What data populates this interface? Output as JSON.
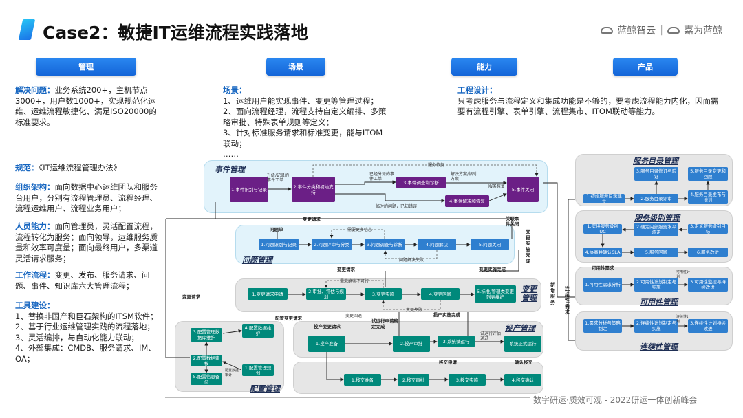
{
  "title": "Case2：敏捷IT运维流程实践落地",
  "brand": {
    "left": "蓝鲸智云",
    "sep": "|",
    "right": "嘉为蓝鲸"
  },
  "columns": {
    "mgmt": "管理",
    "scene": "场景",
    "ability": "能力",
    "product": "产品"
  },
  "mgmt": {
    "problem_label": "解决问题：",
    "problem_text": "业务系统200+，主机节点3000+，用户数1000+，实现规范化运维、运维流程敏捷化、满足ISO20000的标准要求。",
    "spec_label": "规范：",
    "spec_text": "《IT运维流程管理办法》",
    "org_label": "组织架构：",
    "org_text": "面向数据中心运维团队和服务台用户，分别有流程管理员、流程经理、流程运维用户、流程业务用户；",
    "ability_label": "人员能力：",
    "ability_text": "面向管理员，灵活配置流程，流程转化为服务；面向领导，运维服务质量和效率可度量；面向最终用户，多渠道灵活请求服务；",
    "flow_label": "工作流程：",
    "flow_text": "变更、发布、服务请求、问题、事件、知识库六大管理流程；",
    "tool_label": "工具建设：",
    "tool_items": [
      "1、替换非国产和巨石架构的ITSM软件；",
      "2、基于行业运维管理实践的流程落地；",
      "3、灵活编排，与自动化能力联动；",
      "4、外部集成：CMDB、服务请求、IM、OA；"
    ]
  },
  "scene": {
    "label": "场景：",
    "items": [
      "1、运维用户能实现事件、变更等管理过程；",
      "2、面向流程经理，流程支持自定义编排、多策略审批、特殊表单规则等定义；",
      "3、针对标准服务请求和标准变更，能与ITOM联动；",
      "……"
    ]
  },
  "engineering": {
    "label": "工程设计：",
    "text": "只考虑服务与流程定义和集成功能是不够的，要考虑流程能力内化，因而需要有流程引擎、表单引擎、流程集市、ITOM联动等能力。"
  },
  "diagram": {
    "incident": {
      "title": "事件管理",
      "n1": "1.事件识别与记录",
      "n2": "2.事件分类和初始支持",
      "n3": "3.事件调查和诊断",
      "n4": "4.事件解决和恢复",
      "n5": "5.事件关闭",
      "l1": "升级/记录的事件工单",
      "l2": "已经分派的事件工单",
      "l3": "解决方案/临时方案",
      "l4": "服务恢复",
      "l5": "服务恢复",
      "l6": "临时的问题，已知错误"
    },
    "problem": {
      "title": "问题管理",
      "n1": "1.问题识别与记录",
      "n2": "2.问题评审与分类",
      "n3": "3.问题调查与诊断",
      "n4": "4.问题解决",
      "n5": "5.问题关闭",
      "l1": "问题单",
      "l2": "需要更多信息",
      "l3": "问题解决失败"
    },
    "change": {
      "title": "变更管理",
      "n1": "1.变更请求申请",
      "n2": "2.审批、评估与规划",
      "n3": "3.变更实施",
      "n4": "4.变更回顾",
      "n5": "5.标准/管理类变更列表维护",
      "l1": "需求确实不可行",
      "l2": "变更回退",
      "l3": "变更失败"
    },
    "config": {
      "title": "配置管理",
      "n1": "3.配置管理数据库维护",
      "n2": "4.配置数据维护",
      "n3": "2.配置数据审核",
      "n4": "1.配置管理规划",
      "n5": "5.配置信息备份",
      "l1": "配置数据审计"
    },
    "release": {
      "title": "投产管理",
      "n1": "1.投产准备",
      "n2": "2.投产审批",
      "n3": "3.系统试运行",
      "n4": "系统正式运行",
      "n5": "1.移交准备",
      "n6": "2.移交审批",
      "n7": "3.移交实施",
      "n8": "4.移交确认",
      "l1": "投产变更请求",
      "l2": "试运行申请确定完成",
      "l3": "试运行评估通过",
      "l4": "移交申请",
      "l5": "确认移交",
      "l6": "投产实施完成"
    },
    "service_catalog": {
      "title": "服务目录管理",
      "n1": "1.初始服务目录建立",
      "n2": "2.服务目录评审",
      "n3": "3.服务目录修订与验证",
      "n4": "4.服务目录发布与培训",
      "n5": "5.服务目录变更和回顾"
    },
    "service_level": {
      "title": "服务级别管理",
      "n1": "1.提供服务级别UC",
      "n2": "2.确定内部服务水平承诺",
      "n3": "3.定义服务级别目标",
      "n4": "4.协商并确认SLA",
      "n5": "5.服务回顾",
      "n6": "6.服务改进"
    },
    "availability": {
      "title": "可用性管理",
      "n1": "1.可用性需求分析",
      "n2": "2.可用性计划制定与实施",
      "n3": "3.可用性监控与持续改进",
      "l1": "可用性需求",
      "l2": "可用性计划"
    },
    "continuity": {
      "title": "连续性管理",
      "n1": "1.需求分析与策略制定",
      "n2": "2.连续性计划制定与实施",
      "n3": "3.连续性计划持续改进",
      "l1": "连续性计划"
    },
    "links": {
      "change_req": "变更请求",
      "change_req2": "变更请求",
      "change_req3": "变更请求",
      "config_change": "配置变更请求",
      "change_done": "变更实施完成",
      "change_done2": "变更实施完成",
      "release_done": "投产实施完成",
      "related": "关联事件关闭",
      "v_new_service": "新增服务",
      "v_continuity": "连续性需求"
    }
  },
  "footer": "数字研运·质效可观 - 2022研运一体创新峰会"
}
